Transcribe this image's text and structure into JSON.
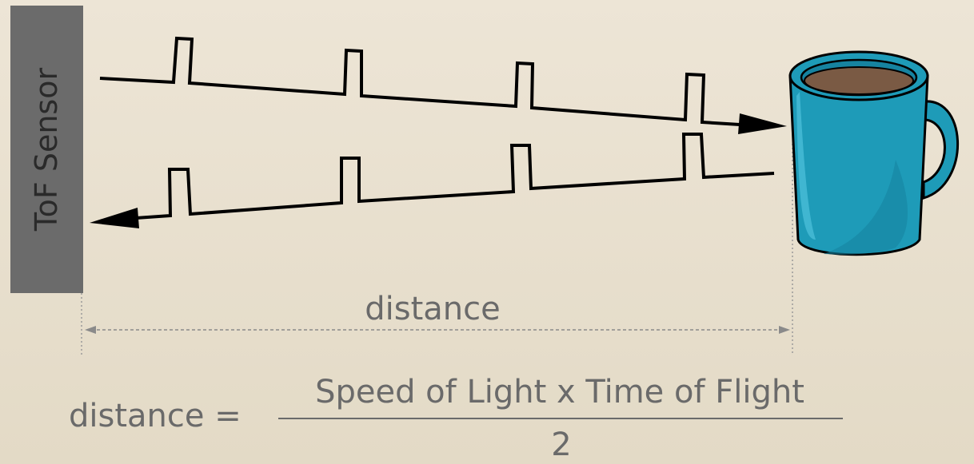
{
  "sensor": {
    "label": "ToF Sensor",
    "box_color": "#6b6b6b"
  },
  "measurement": {
    "label": "distance"
  },
  "formula": {
    "lhs": "distance =",
    "numerator": "Speed of Light x Time of Flight",
    "denominator": "2"
  },
  "colors": {
    "mug_body": "#1e9bb8",
    "coffee": "#7a5a44",
    "signal_line": "#000000",
    "text": "#6a6a6a"
  }
}
